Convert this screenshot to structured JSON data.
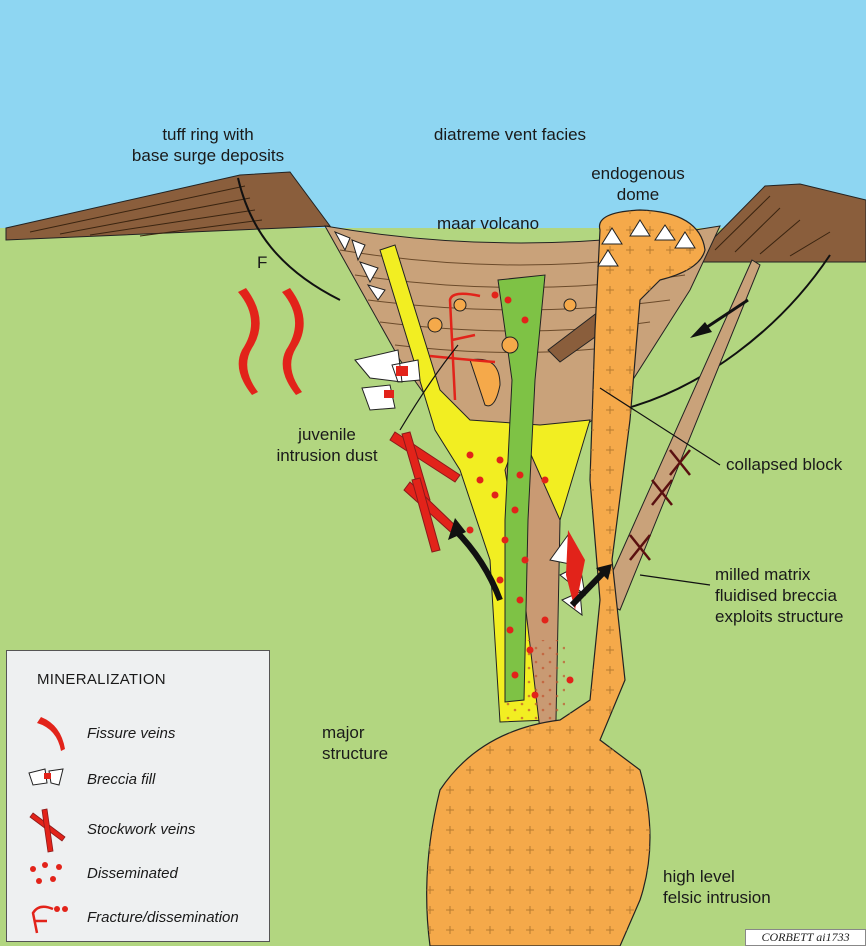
{
  "labels": {
    "tuff_ring": "tuff ring with\nbase surge deposits",
    "diatreme_vent": "diatreme vent facies",
    "endogenous_dome": "endogenous\ndome",
    "maar_volcano": "maar volcano",
    "fault_f": "F",
    "juvenile_dust": "juvenile\nintrusion dust",
    "collapsed_block": "collapsed block",
    "milled_matrix": "milled matrix\nfluidised breccia\nexploits structure",
    "major_structure": "major\nstructure",
    "felsic_intrusion": "high level\nfelsic intrusion"
  },
  "legend": {
    "title": "MINERALIZATION",
    "items": [
      {
        "label": "Fissure veins",
        "icon": "fissure-vein-icon"
      },
      {
        "label": "Breccia fill",
        "icon": "breccia-fill-icon"
      },
      {
        "label": "Stockwork veins",
        "icon": "stockwork-vein-icon"
      },
      {
        "label": "Disseminated",
        "icon": "disseminated-icon"
      },
      {
        "label": "Fracture/dissemination",
        "icon": "fracture-dissemination-icon"
      }
    ]
  },
  "credit": "CORBETT ai1733",
  "colors": {
    "sky": "#8ed6f2",
    "host_rock": "#b2d680",
    "tuff_brown": "#8a5e3c",
    "diatreme_tan": "#c9a27a",
    "breccia_yellow": "#f2ee22",
    "intrusion_orange": "#f5a94a",
    "green_dyke": "#7ec245",
    "mineral_red": "#e2231a"
  }
}
